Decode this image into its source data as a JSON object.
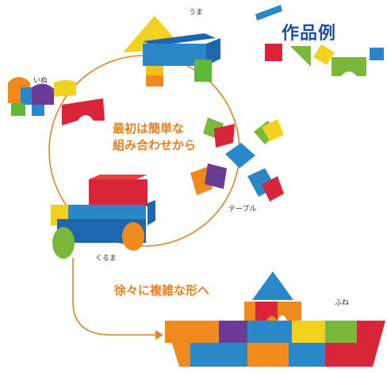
{
  "title": "作品例",
  "captions": {
    "intro_line1": "最初は簡単な",
    "intro_line2": "組み合わせから",
    "progress": "徐々に複雑な形へ"
  },
  "labels": {
    "horse": "うま",
    "dog": "いぬ",
    "table": "テーブル",
    "car": "くるま",
    "ship": "ふね"
  },
  "colors": {
    "accent_orange": "#e8821c",
    "title_blue": "#1e50a8",
    "block_red": "#d8253a",
    "block_blue": "#2a88c8",
    "block_yellow": "#f2d21e",
    "block_green": "#7ab83a",
    "block_orange": "#f08a1c",
    "block_purple": "#6a3c98"
  }
}
